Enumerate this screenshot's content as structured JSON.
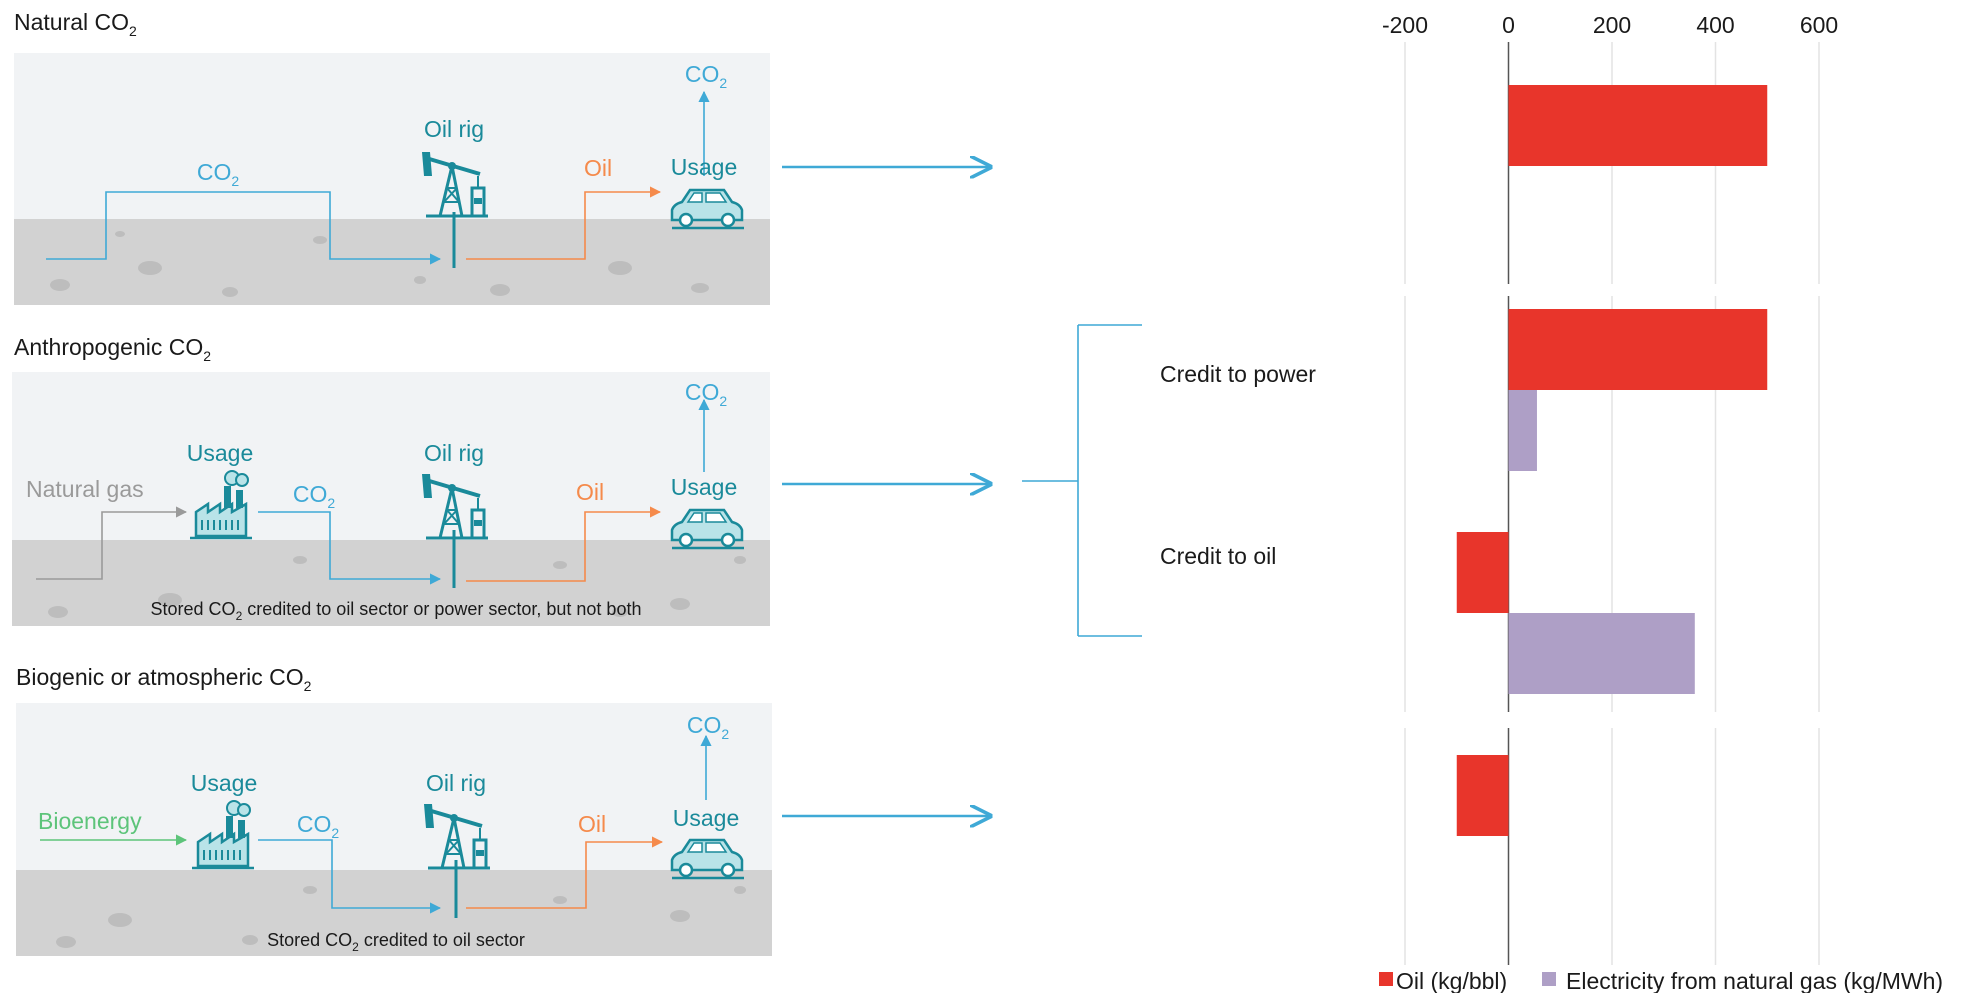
{
  "panels": [
    {
      "title": "Natural CO",
      "title_sub": "2",
      "labels": {
        "oil_rig": "Oil rig",
        "usage_car": "Usage",
        "oil": "Oil",
        "co2_top": "CO",
        "co2_mid": "CO",
        "sub": "2"
      },
      "note": null
    },
    {
      "title": "Anthropogenic CO",
      "title_sub": "2",
      "labels": {
        "oil_rig": "Oil rig",
        "usage_car": "Usage",
        "usage_factory": "Usage",
        "oil": "Oil",
        "co2_top": "CO",
        "co2_mid": "CO",
        "input": "Natural gas",
        "sub": "2"
      },
      "note": {
        "pre": "Stored CO",
        "sub": "2",
        "post": " credited to oil sector or power sector, but not both"
      }
    },
    {
      "title": "Biogenic or atmospheric CO",
      "title_sub": "2",
      "labels": {
        "oil_rig": "Oil rig",
        "usage_car": "Usage",
        "usage_factory": "Usage",
        "oil": "Oil",
        "co2_top": "CO",
        "co2_mid": "CO",
        "input": "Bioenergy",
        "sub": "2"
      },
      "note": {
        "pre": "Stored CO",
        "sub": "2",
        "post": " credited to oil sector"
      }
    }
  ],
  "credit_labels": {
    "power": "Credit to power",
    "oil": "Credit to oil"
  },
  "colors": {
    "oil": "#e8352b",
    "electricity": "#ae9fc6",
    "teal": "#1a8a9a",
    "blue": "#3fa9d6",
    "orange": "#f58a4b",
    "ground": "#d2d2d2",
    "sky": "#f1f3f5"
  },
  "chart_data": {
    "type": "bar",
    "orientation": "horizontal",
    "x_ticks": [
      "-200",
      "0",
      "200",
      "400",
      "600"
    ],
    "xlim": [
      -200,
      600
    ],
    "grid": true,
    "legend": [
      "Oil (kg/bbl)",
      "Electricity from natural gas (kg/MWh)"
    ],
    "legend_position": "bottom-right",
    "rows": [
      {
        "panel": "Natural CO2",
        "series": "Oil (kg/bbl)",
        "value": 500
      },
      {
        "panel": "Anthropogenic CO2 – Credit to power",
        "series": "Oil (kg/bbl)",
        "value": 500
      },
      {
        "panel": "Anthropogenic CO2 – Credit to power",
        "series": "Electricity from natural gas (kg/MWh)",
        "value": 55
      },
      {
        "panel": "Anthropogenic CO2 – Credit to oil",
        "series": "Oil (kg/bbl)",
        "value": -100
      },
      {
        "panel": "Anthropogenic CO2 – Credit to oil",
        "series": "Electricity from natural gas (kg/MWh)",
        "value": 360
      },
      {
        "panel": "Biogenic or atmospheric CO2",
        "series": "Oil (kg/bbl)",
        "value": -100
      }
    ]
  }
}
